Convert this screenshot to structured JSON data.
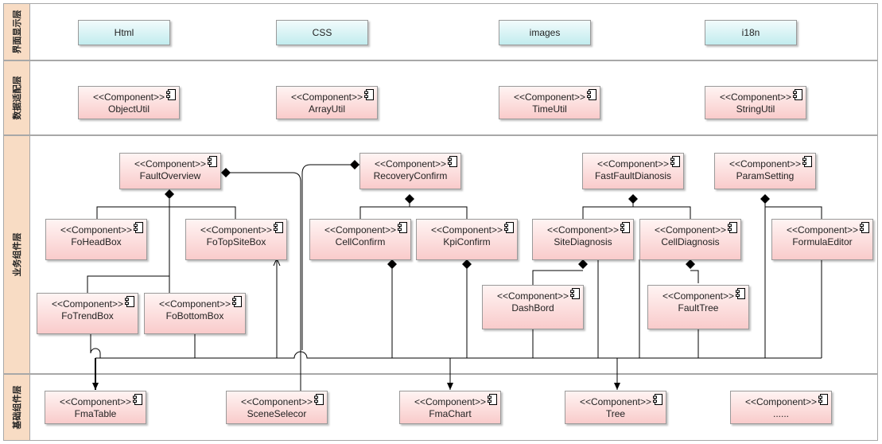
{
  "layers": [
    {
      "id": "ui",
      "label": "界面显示层"
    },
    {
      "id": "adapter",
      "label": "数据适配层"
    },
    {
      "id": "business",
      "label": "业务组件层"
    },
    {
      "id": "base",
      "label": "基础组件层"
    }
  ],
  "stereotype": "<<Component>>",
  "resources": [
    "Html",
    "CSS",
    "images",
    "i18n"
  ],
  "adapters": [
    "ObjectUtil",
    "ArrayUtil",
    "TimeUtil",
    "StringUtil"
  ],
  "business": {
    "fault_overview": "FaultOverview",
    "recovery_confirm": "RecoveryConfirm",
    "fast_fault_dianosis": "FastFaultDianosis",
    "param_setting": "ParamSetting",
    "fo_head_box": "FoHeadBox",
    "fo_top_site_box": "FoTopSiteBox",
    "cell_confirm": "CellConfirm",
    "kpi_confirm": "KpiConfirm",
    "site_diagnosis": "SiteDiagnosis",
    "cell_diagnosis": "CellDiagnosis",
    "formula_editor": "FormulaEditor",
    "fo_trend_box": "FoTrendBox",
    "fo_bottom_box": "FoBottomBox",
    "dash_bord": "DashBord",
    "fault_tree": "FaultTree"
  },
  "base": [
    "FmaTable",
    "SceneSelecor",
    "FmaChart",
    "Tree",
    "......"
  ],
  "colors": {
    "layer_label_bg": "#f8dcc4",
    "resource_fill": "#c2ecee",
    "component_fill": "#f9cbcb",
    "line": "#000000"
  }
}
